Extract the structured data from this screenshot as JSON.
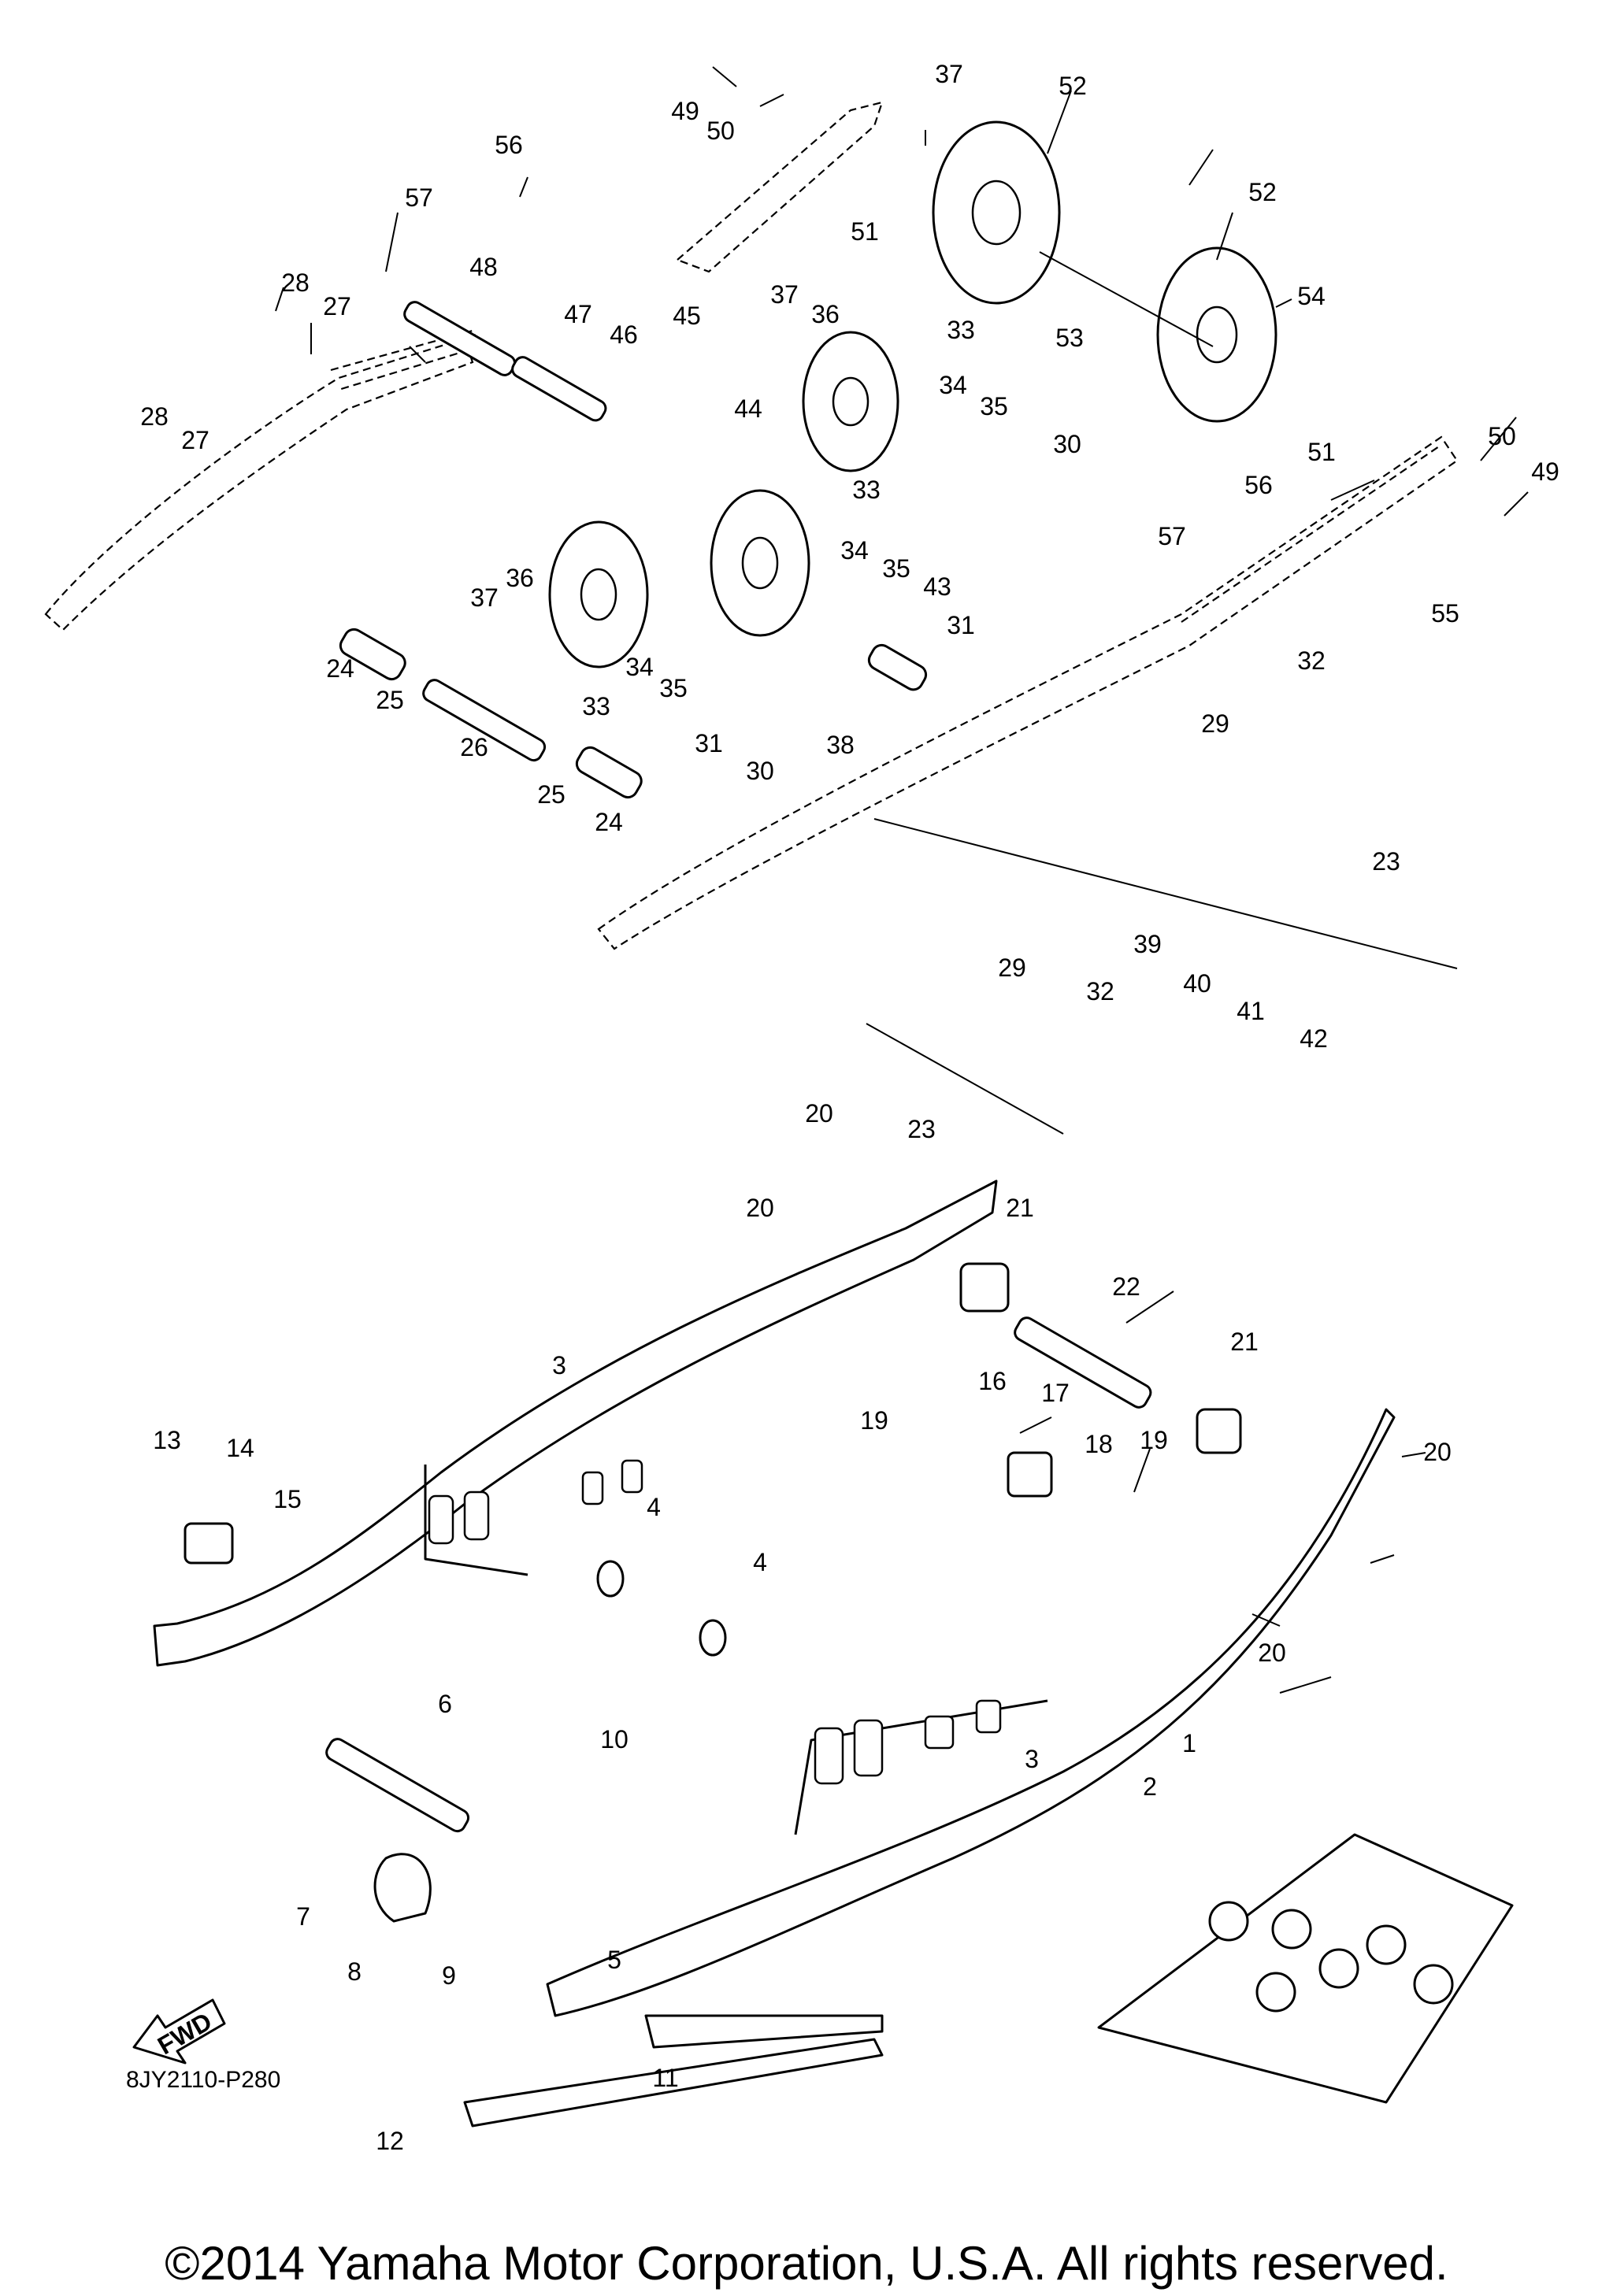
{
  "diagram": {
    "code": "8JY2110-P280",
    "copyright": "©2014 Yamaha Motor Corporation, U.S.A. All rights reserved.",
    "fwd_label": "FWD",
    "callouts": [
      "1",
      "2",
      "3",
      "3",
      "4",
      "4",
      "5",
      "6",
      "7",
      "8",
      "9",
      "10",
      "11",
      "12",
      "13",
      "14",
      "15",
      "16",
      "17",
      "18",
      "19",
      "19",
      "20",
      "20",
      "20",
      "20",
      "21",
      "21",
      "22",
      "23",
      "23",
      "24",
      "24",
      "25",
      "25",
      "26",
      "27",
      "27",
      "28",
      "28",
      "29",
      "29",
      "30",
      "30",
      "31",
      "31",
      "32",
      "32",
      "33",
      "33",
      "33",
      "34",
      "34",
      "34",
      "35",
      "35",
      "35",
      "36",
      "36",
      "37",
      "37",
      "37",
      "38",
      "39",
      "40",
      "41",
      "42",
      "43",
      "44",
      "45",
      "46",
      "47",
      "48",
      "49",
      "49",
      "50",
      "50",
      "51",
      "51",
      "52",
      "52",
      "53",
      "54",
      "55",
      "56",
      "56",
      "57",
      "57"
    ]
  }
}
